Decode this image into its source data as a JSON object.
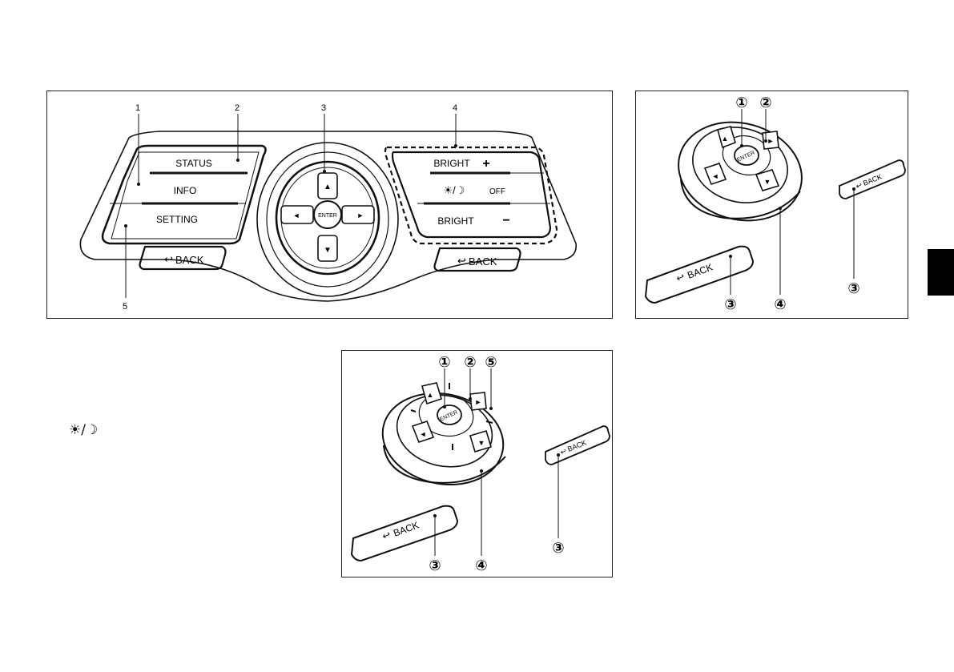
{
  "diagram_main": {
    "callouts": [
      "1",
      "2",
      "3",
      "4",
      "5"
    ],
    "buttons": {
      "status": "STATUS",
      "info": "INFO",
      "setting": "SETTING",
      "bright_plus": "BRIGHT",
      "plus_sign": "+",
      "day_night_icon": "☀/☽",
      "off": "OFF",
      "bright_minus": "BRIGHT",
      "minus_sign": "−",
      "back_left": "BACK",
      "back_right": "BACK",
      "enter": "ENTER",
      "arrow_up": "▲",
      "arrow_down": "▼",
      "arrow_left": "◄",
      "arrow_right": "►"
    }
  },
  "diagram_right": {
    "callouts": [
      "①",
      "②",
      "③",
      "④",
      "③"
    ],
    "enter": "ENTER",
    "back_small": "BACK",
    "back_large": "BACK"
  },
  "diagram_lower": {
    "callouts": [
      "①",
      "②",
      "⑤",
      "③",
      "④",
      "③"
    ],
    "enter": "ENTER",
    "back_small": "BACK",
    "back_large": "BACK"
  },
  "side_icon": "☀/☽",
  "colors": {
    "ink": "#111111",
    "tab": "#000000"
  }
}
